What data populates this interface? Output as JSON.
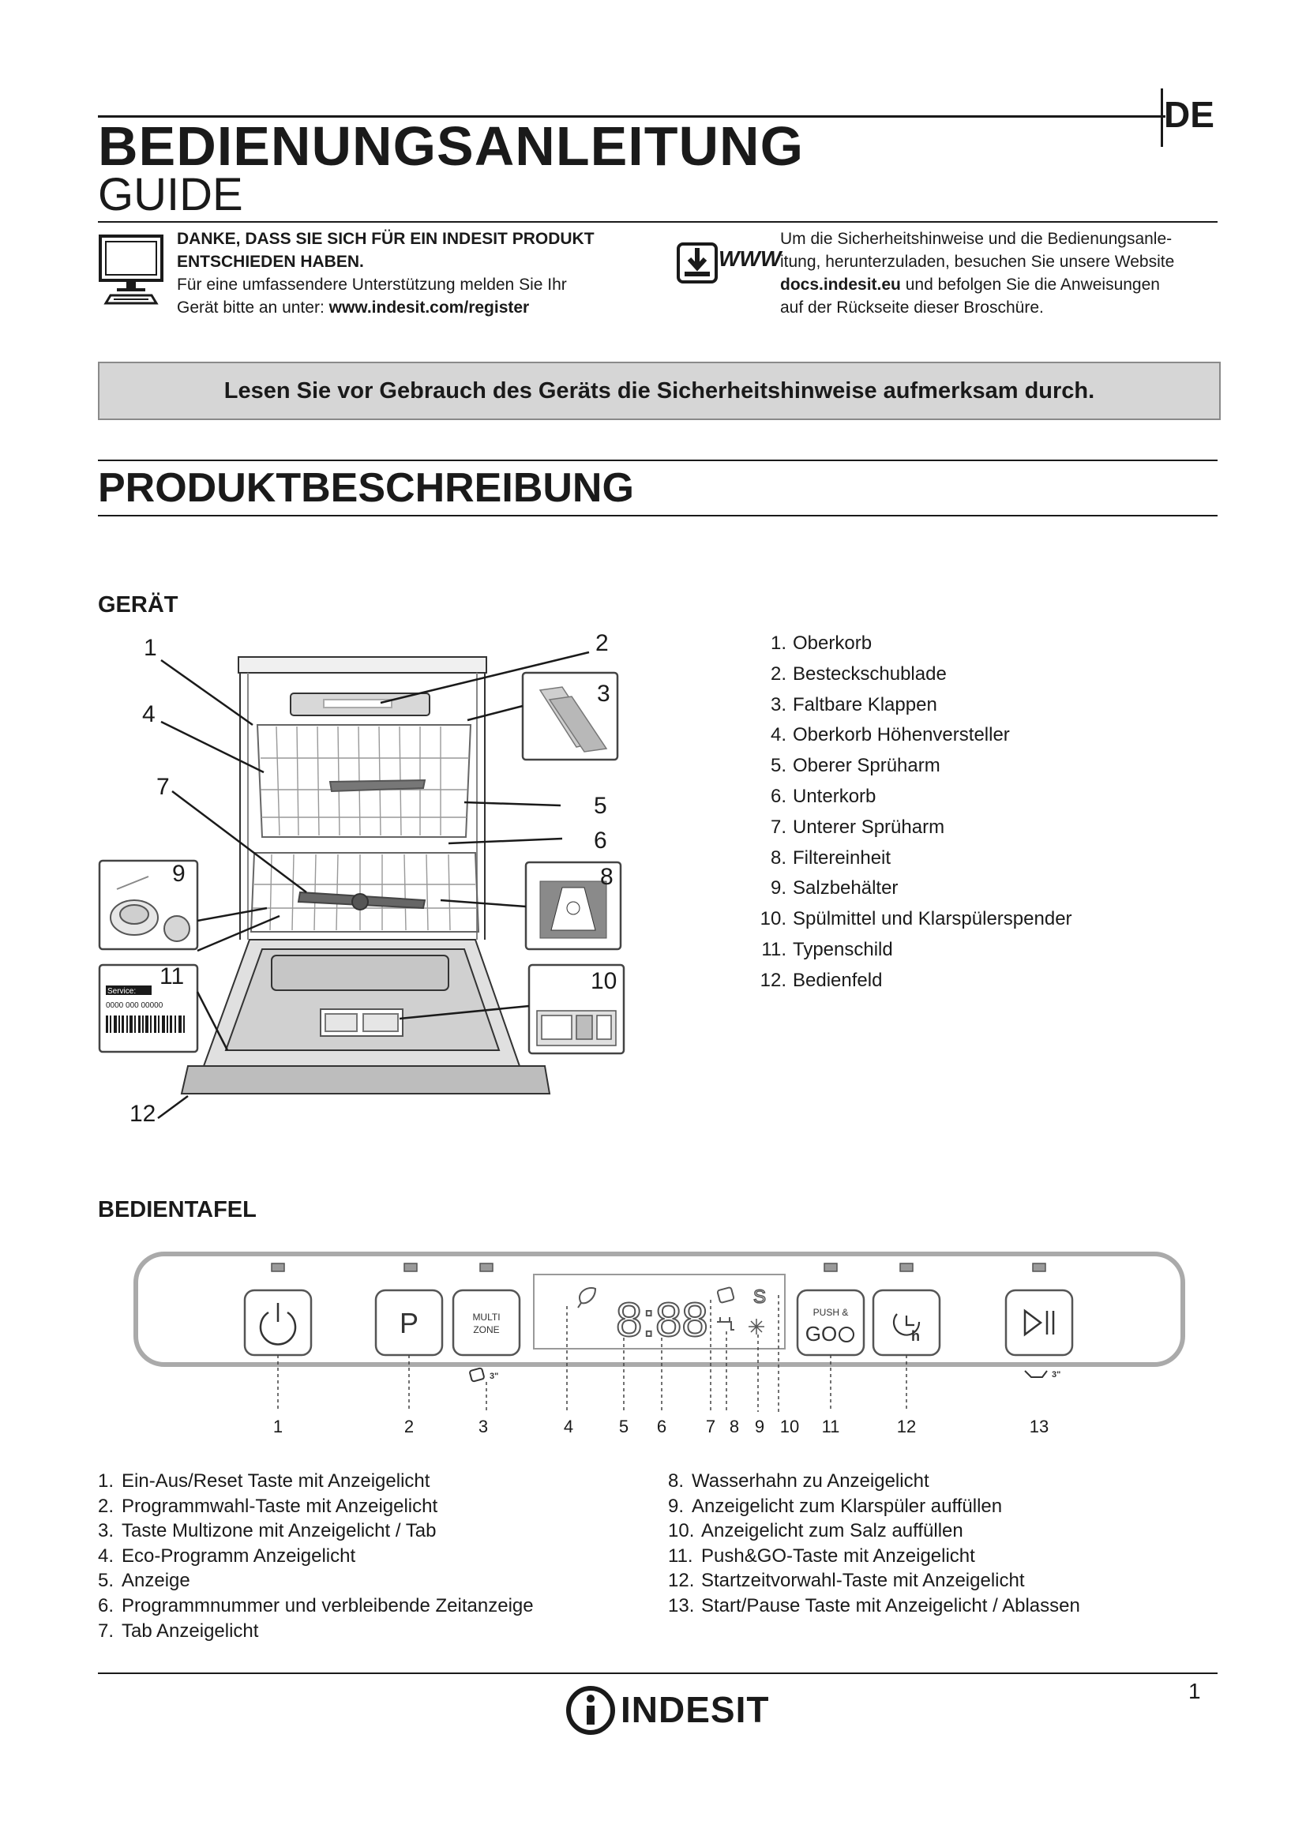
{
  "header": {
    "language": "DE",
    "title": "BEDIENUNGSANLEITUNG",
    "subtitle": "GUIDE"
  },
  "intro_left": {
    "bold_line1": "DANKE, DASS SIE SICH FÜR EIN INDESIT PRODUKT",
    "bold_line2": "ENTSCHIEDEN HABEN.",
    "line3": "Für eine umfassendere Unterstützung melden Sie Ihr",
    "line4_prefix": "Gerät bitte an unter: ",
    "line4_link": "www.indesit.com/register"
  },
  "intro_right": {
    "www_label": "WWW",
    "line1": "Um die Sicherheitshinweise und die Bedienungsanle-",
    "line2": "itung, herunterzuladen, besuchen Sie unsere Website",
    "line3_link": "docs.indesit.eu",
    "line3_suffix": " und befolgen Sie die Anweisungen",
    "line4": "auf der Rückseite dieser Broschüre."
  },
  "notice": "Lesen Sie vor Gebrauch des Geräts die Sicherheitshinweise aufmerksam durch.",
  "section_title": "PRODUKTBESCHREIBUNG",
  "appliance": {
    "heading": "GERÄT",
    "callouts": [
      "1",
      "2",
      "3",
      "4",
      "5",
      "6",
      "7",
      "8",
      "9",
      "10",
      "11",
      "12"
    ],
    "rating_label_service": "Service:",
    "rating_label_number": "0000 000 00000",
    "parts": [
      {
        "num": "1.",
        "label": "Oberkorb"
      },
      {
        "num": "2.",
        "label": "Besteckschublade"
      },
      {
        "num": "3.",
        "label": "Faltbare Klappen"
      },
      {
        "num": "4.",
        "label": "Oberkorb Höhenversteller"
      },
      {
        "num": "5.",
        "label": "Oberer Sprüharm"
      },
      {
        "num": "6.",
        "label": "Unterkorb"
      },
      {
        "num": "7.",
        "label": "Unterer Sprüharm"
      },
      {
        "num": "8.",
        "label": "Filtereinheit"
      },
      {
        "num": "9.",
        "label": "Salzbehälter"
      },
      {
        "num": "10.",
        "label": "Spülmittel und Klarspülerspender"
      },
      {
        "num": "11.",
        "label": "Typenschild"
      },
      {
        "num": "12.",
        "label": "Bedienfeld"
      }
    ]
  },
  "control_panel": {
    "heading": "BEDIENTAFEL",
    "buttons": {
      "program": "P",
      "multizone_line1": "MULTI",
      "multizone_line2": "ZONE",
      "pushgo_line1": "PUSH &",
      "pushgo_line2": "GO",
      "hold_3s": "3\""
    },
    "display": {
      "digits": "8:88",
      "salt_symbol": "S"
    },
    "callouts": [
      "1",
      "2",
      "3",
      "4",
      "5",
      "6",
      "7",
      "8",
      "9",
      "10",
      "11",
      "12",
      "13"
    ],
    "items_left": [
      {
        "num": "1.",
        "label": "Ein-Aus/Reset Taste mit Anzeigelicht"
      },
      {
        "num": "2.",
        "label": "Programmwahl-Taste mit Anzeigelicht"
      },
      {
        "num": "3.",
        "label": "Taste Multizone mit Anzeigelicht / Tab"
      },
      {
        "num": "4.",
        "label": "Eco-Programm Anzeigelicht"
      },
      {
        "num": "5.",
        "label": "Anzeige"
      },
      {
        "num": "6.",
        "label": "Programmnummer und verbleibende Zeitanzeige"
      },
      {
        "num": "7.",
        "label": "Tab Anzeigelicht"
      }
    ],
    "items_right": [
      {
        "num": "8.",
        "label": "Wasserhahn zu Anzeigelicht"
      },
      {
        "num": "9.",
        "label": "Anzeigelicht zum Klarspüler auffüllen"
      },
      {
        "num": "10.",
        "label": "Anzeigelicht zum Salz auffüllen"
      },
      {
        "num": "11.",
        "label": "Push&GO-Taste mit Anzeigelicht"
      },
      {
        "num": "12.",
        "label": "Startzeitvorwahl-Taste mit Anzeigelicht"
      },
      {
        "num": "13.",
        "label": "Start/Pause Taste mit Anzeigelicht / Ablassen"
      }
    ]
  },
  "footer": {
    "brand": "INDESIT",
    "page_number": "1"
  }
}
